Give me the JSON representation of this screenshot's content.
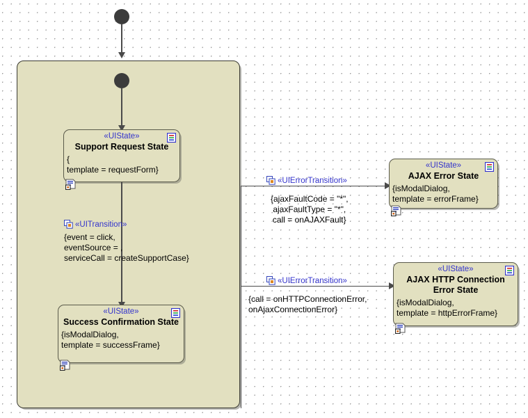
{
  "diagram": {
    "type": "uml-state-machine",
    "background": "#ffffff",
    "grid": "dotted",
    "state_fill": "#e2e0c0",
    "stereotype_color": "#3333cc",
    "line_color": "#4a4a4a"
  },
  "composite_region": {
    "name": "outer-composite-state"
  },
  "initial_nodes": [
    {
      "name": "outer-initial-node"
    },
    {
      "name": "inner-initial-node"
    }
  ],
  "states": [
    {
      "id": "support-request-state",
      "stereotype": "«UIState»",
      "name": "Support Request State",
      "properties": "{\ntemplate = requestForm}"
    },
    {
      "id": "success-confirmation-state",
      "stereotype": "«UIState»",
      "name": "Success Confirmation\nState",
      "properties": "{isModalDialog,\ntemplate = successFrame}"
    },
    {
      "id": "ajax-error-state",
      "stereotype": "«UIState»",
      "name": "AJAX Error State",
      "properties": "{isModalDialog,\ntemplate = errorFrame}"
    },
    {
      "id": "ajax-http-connection-error-state",
      "stereotype": "«UIState»",
      "name": "AJAX HTTP Connection\nError State",
      "properties": "{isModalDialog,\ntemplate = httpErrorFrame}"
    }
  ],
  "transitions": [
    {
      "id": "ui-transition",
      "stereotype": "«UITransition»",
      "properties": "{event = click,\neventSource = ,\nserviceCall = createSupportCase}"
    },
    {
      "id": "ui-error-transition-ajax-fault",
      "stereotype": "«UIErrorTransition»",
      "properties": "{ajaxFaultCode = \"*\",\najaxFaultType = \"*\",\ncall = onAJAXFault}"
    },
    {
      "id": "ui-error-transition-http",
      "stereotype": "«UIErrorTransition»",
      "properties": "{call = onHTTPConnectionError,\nonAjaxConnectionError}"
    }
  ],
  "icons": {
    "document_icon": "document-icon",
    "page_icon": "page-icon",
    "transition_icon": "transition-icon"
  }
}
